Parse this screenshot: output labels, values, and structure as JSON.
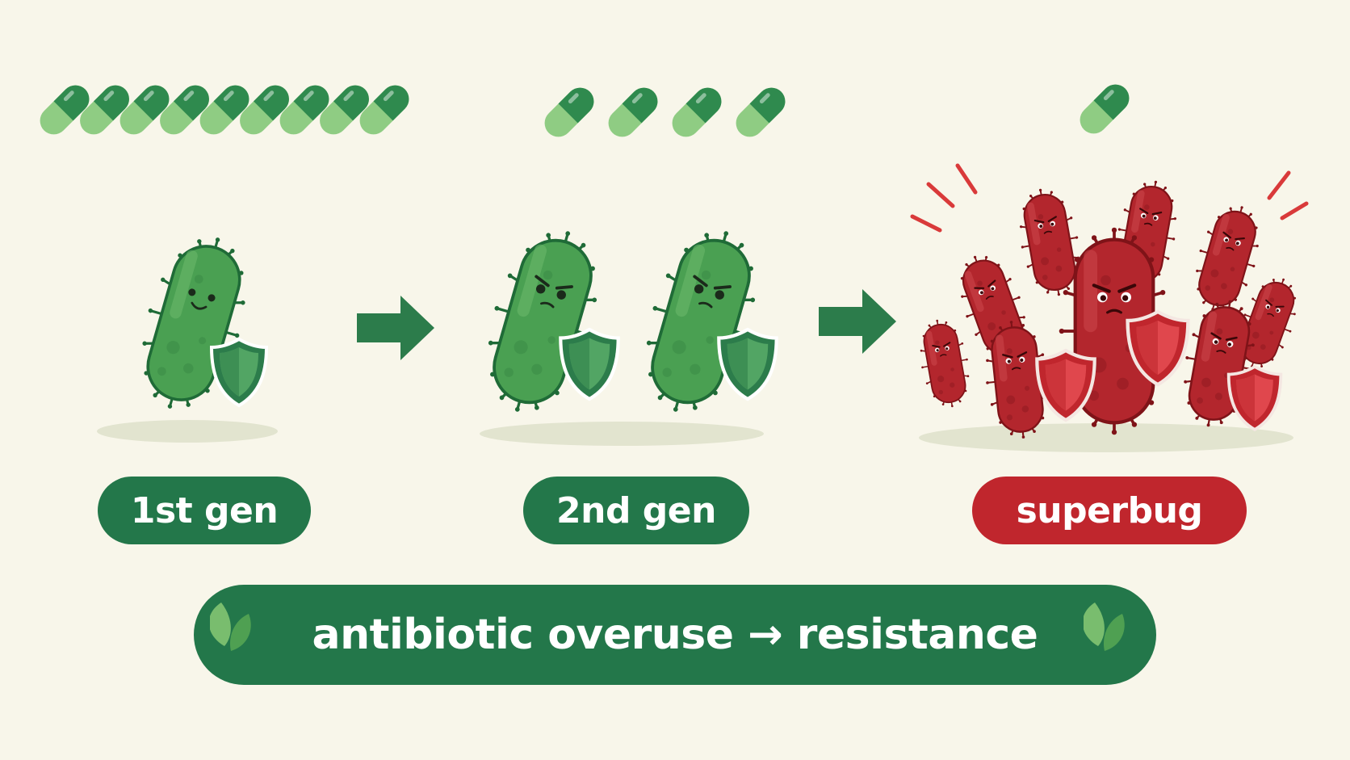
{
  "stages": [
    {
      "label": "1st gen",
      "pill_color": "#23774a",
      "capsules": 9
    },
    {
      "label": "2nd gen",
      "pill_color": "#23774a",
      "capsules": 4
    },
    {
      "label": "superbug",
      "pill_color": "#c0262d",
      "capsules": 1
    }
  ],
  "banner": {
    "text": "antibiotic overuse → resistance",
    "color": "#23774a"
  },
  "colors": {
    "background": "#f8f6ea",
    "capsule_dark": "#2f8a4e",
    "capsule_light": "#8fcc83",
    "bacteria_green": "#4aa052",
    "bacteria_green_outline": "#1f6b37",
    "bacteria_red": "#b3262d",
    "bacteria_red_outline": "#7f1318",
    "arrow": "#2c7c4b",
    "alarm": "#d93a3a"
  },
  "icons": [
    "capsule-icon",
    "bacterium-icon",
    "shield-icon",
    "arrow-right-icon",
    "leaf-icon"
  ]
}
